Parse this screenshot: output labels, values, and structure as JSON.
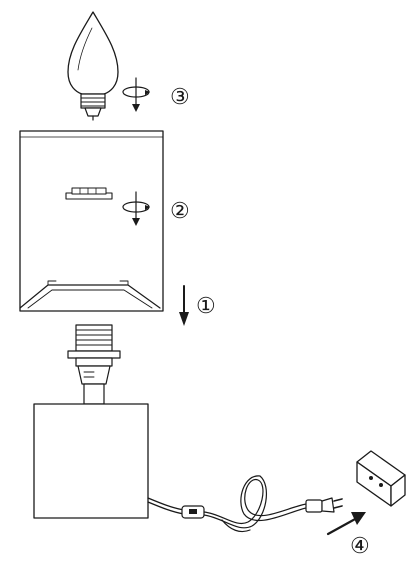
{
  "steps": {
    "step_1": "①",
    "step_2": "②",
    "step_3": "③",
    "step_4": "④"
  },
  "icons": {
    "bulb": "candle-bulb-icon",
    "rotate": "screw-rotation-icon",
    "arrow": "down-arrow-icon",
    "socket": "lamp-socket-icon",
    "plug": "power-plug-icon",
    "wall_outlet": "wall-outlet-icon",
    "switch": "inline-switch-icon"
  },
  "colors": {
    "line": "#1a1a1a",
    "background": "#ffffff"
  }
}
